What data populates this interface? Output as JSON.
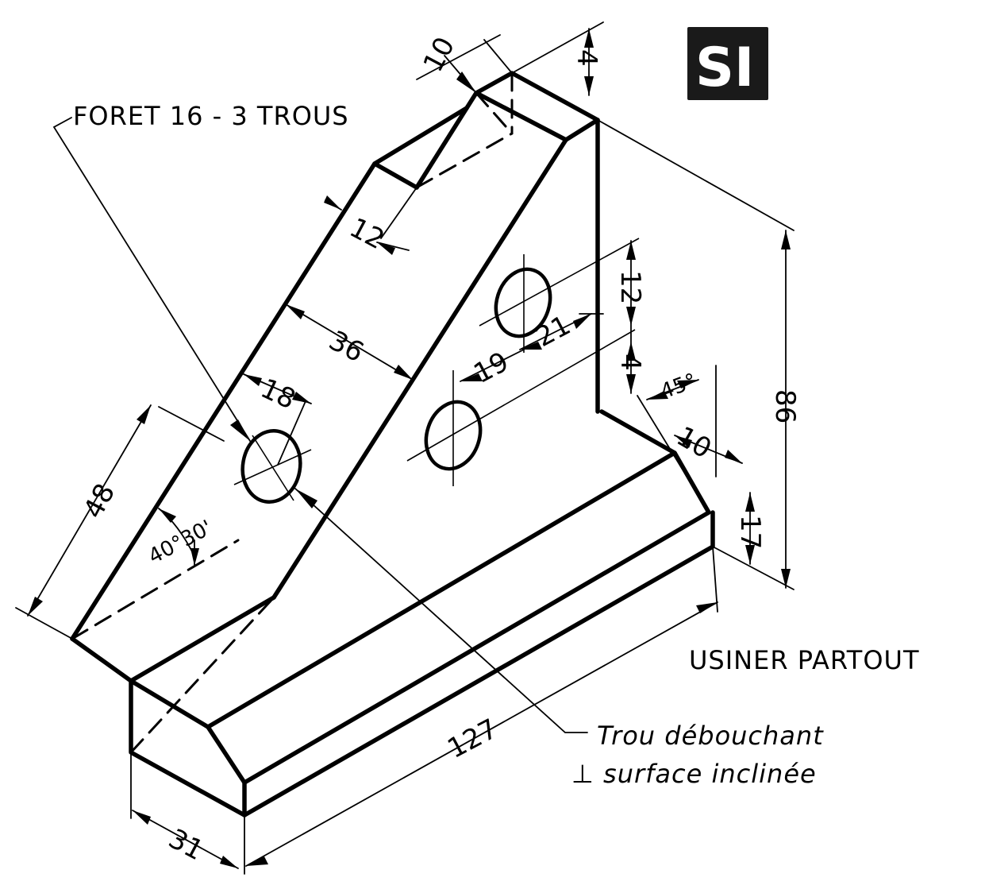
{
  "logo": {
    "text": "SI"
  },
  "notes": {
    "drill": "FORET 16 - 3 TROUS",
    "machine": "USINER  PARTOUT",
    "through_hole_1": "Trou débouchant",
    "through_hole_2": "⊥ surface inclinée"
  },
  "dimensions": {
    "d10_top": "10",
    "d4_top": "4",
    "d12_slot": "12",
    "d36": "36",
    "d18": "18",
    "d48": "48",
    "angle": "40°30'",
    "d12_right": "12",
    "d21": "21",
    "d19": "19",
    "d4_right": "4",
    "d45": "45°",
    "d10_chamfer": "10",
    "d86": "86",
    "d17": "17",
    "d127": "127",
    "d31": "31"
  }
}
